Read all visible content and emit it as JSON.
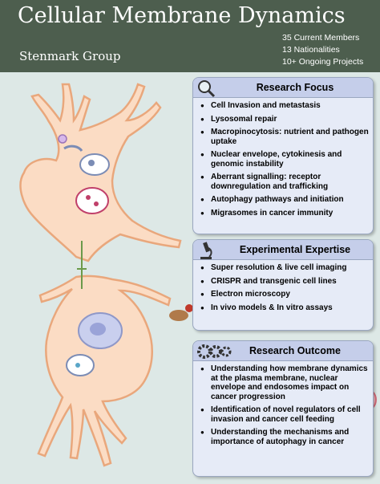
{
  "header": {
    "title": "Cellular Membrane Dynamics",
    "group": "Stenmark Group",
    "stats": [
      "35 Current Members",
      "13 Nationalities",
      "10+ Ongoing Projects"
    ]
  },
  "panels": {
    "research_focus": {
      "title": "Research Focus",
      "icon": "magnifier-icon",
      "items": [
        "Cell Invasion and metastasis",
        "Lysosomal repair",
        "Macropinocytosis: nutrient and pathogen uptake",
        "Nuclear envelope, cytokinesis and genomic instability",
        "Aberrant signalling: receptor downregulation and trafficking",
        "Autophagy pathways and initiation",
        "Migrasomes in cancer immunity"
      ]
    },
    "experimental_expertise": {
      "title": "Experimental Expertise",
      "icon": "microscope-icon",
      "items": [
        "Super resolution & live cell imaging",
        "CRISPR and transgenic cell lines",
        "Electron microscopy",
        "In vivo models & In vitro assays"
      ]
    },
    "research_outcome": {
      "title": "Research Outcome",
      "icon": "gears-icon",
      "items": [
        "Understanding how membrane dynamics at the plasma membrane, nuclear envelope and endosomes impact on cancer progression",
        "Identification of novel regulators of cell invasion and cancer cell feeding",
        "Understanding the mechanisms and importance of autophagy in cancer"
      ]
    }
  },
  "colors": {
    "header_bg": "#4d5e4e",
    "background": "#dde8e6",
    "cell_fill": "#fbdcc4",
    "cell_outline": "#e9a77c",
    "panel_bg": "#e6ebf7",
    "panel_header": "#c5ceea"
  }
}
